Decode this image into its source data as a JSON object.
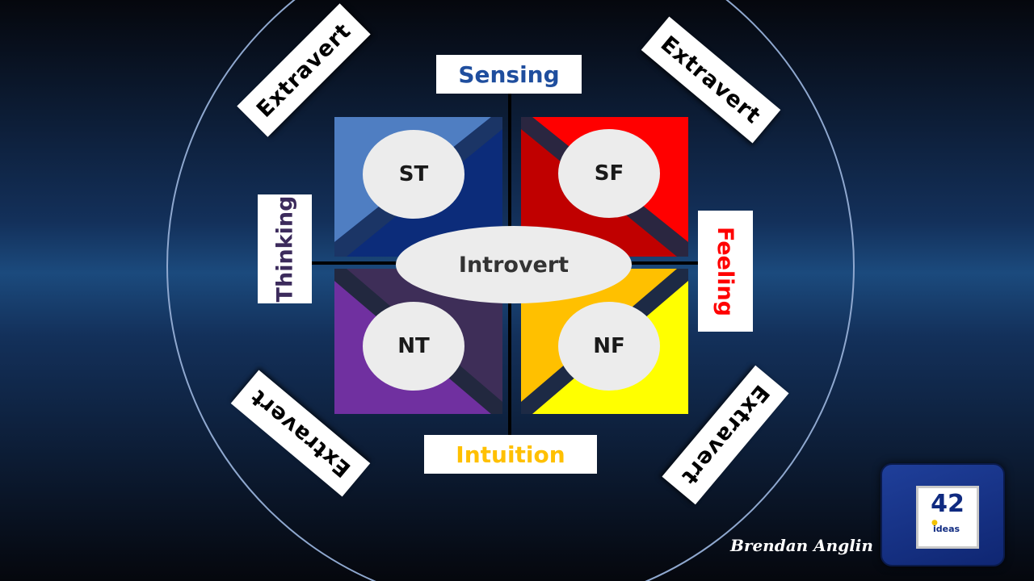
{
  "diagram": {
    "axis_labels": {
      "top": "Sensing",
      "bottom": "Intuition",
      "left": "Thinking",
      "right": "Feeling"
    },
    "quadrants": [
      {
        "label": "ST",
        "color_light": "#4f7ec2",
        "color_dark": "#0c2c7a"
      },
      {
        "label": "SF",
        "color_light": "#ff0000",
        "color_dark": "#c00000"
      },
      {
        "label": "NT",
        "color_light": "#7030a0",
        "color_dark": "#3e2e58"
      },
      {
        "label": "NF",
        "color_light": "#ffff00",
        "color_dark": "#ffc000"
      }
    ],
    "center": "Introvert",
    "outer": [
      "Extravert",
      "Extravert",
      "Extravert",
      "Extravert"
    ],
    "colors": {
      "sensing": "#1f4e9e",
      "intuition": "#ffc000",
      "thinking": "#3c2b5c",
      "feeling": "#ff0000"
    }
  },
  "branding": {
    "logo_number": "42",
    "logo_word": "ideas",
    "author": "Brendan Anglin"
  }
}
